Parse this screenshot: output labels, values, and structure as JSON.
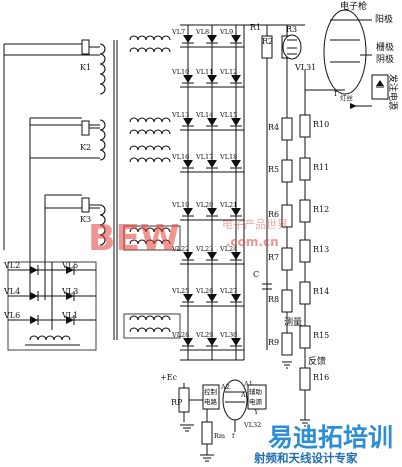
{
  "labels": {
    "electron_gun": "电子枪",
    "anode": "阳极",
    "grid": "栅极",
    "cathode": "阴极",
    "filament_f": "f",
    "filament_supply": "灯丝",
    "cathode_supply": "发注电源",
    "relays": [
      "K1",
      "K2",
      "K3"
    ],
    "tube_vl31": "VL31",
    "r_left": [
      "R1",
      "R2",
      "R3",
      "R4",
      "R5",
      "R6",
      "R7",
      "R8",
      "R9"
    ],
    "r_right": [
      "R10",
      "R11",
      "R12",
      "R13",
      "R14",
      "R15",
      "R16"
    ],
    "cap_c": "C",
    "measure": "测量",
    "feedback": "反馈",
    "supply_ec": "+Ec",
    "rp": "RP",
    "rm": "Rm",
    "ctrl_circuit": [
      "控制",
      "电路"
    ],
    "aux_supply": [
      "辅助",
      "电源"
    ],
    "a1": "A1",
    "a2": "A2",
    "a3": "A3",
    "y_mark": "Y",
    "tube_bottom": "VL32",
    "tube_f": "f",
    "rectifier": [
      "VL2",
      "VL4",
      "VL6",
      "VL5",
      "VL3",
      "VL1"
    ],
    "diodes": [
      [
        "VL7",
        "VL8",
        "VL9"
      ],
      [
        "VL10",
        "VL11",
        "VL12"
      ],
      [
        "VL13",
        "VL14",
        "VL15"
      ],
      [
        "VL16",
        "VL17",
        "VL18"
      ],
      [
        "VL19",
        "VL20",
        "VL21"
      ],
      [
        "VL22",
        "VL23",
        "VL24"
      ],
      [
        "VL25",
        "VL26",
        "VL27"
      ],
      [
        "VL28",
        "VL29",
        "VL30"
      ]
    ]
  },
  "watermark": {
    "big": "BEW",
    "cn": "电子产品世界",
    "url": ".com.cn"
  },
  "logo": {
    "main": "易迪拓培训",
    "sub": "射频和天线设计专家"
  }
}
